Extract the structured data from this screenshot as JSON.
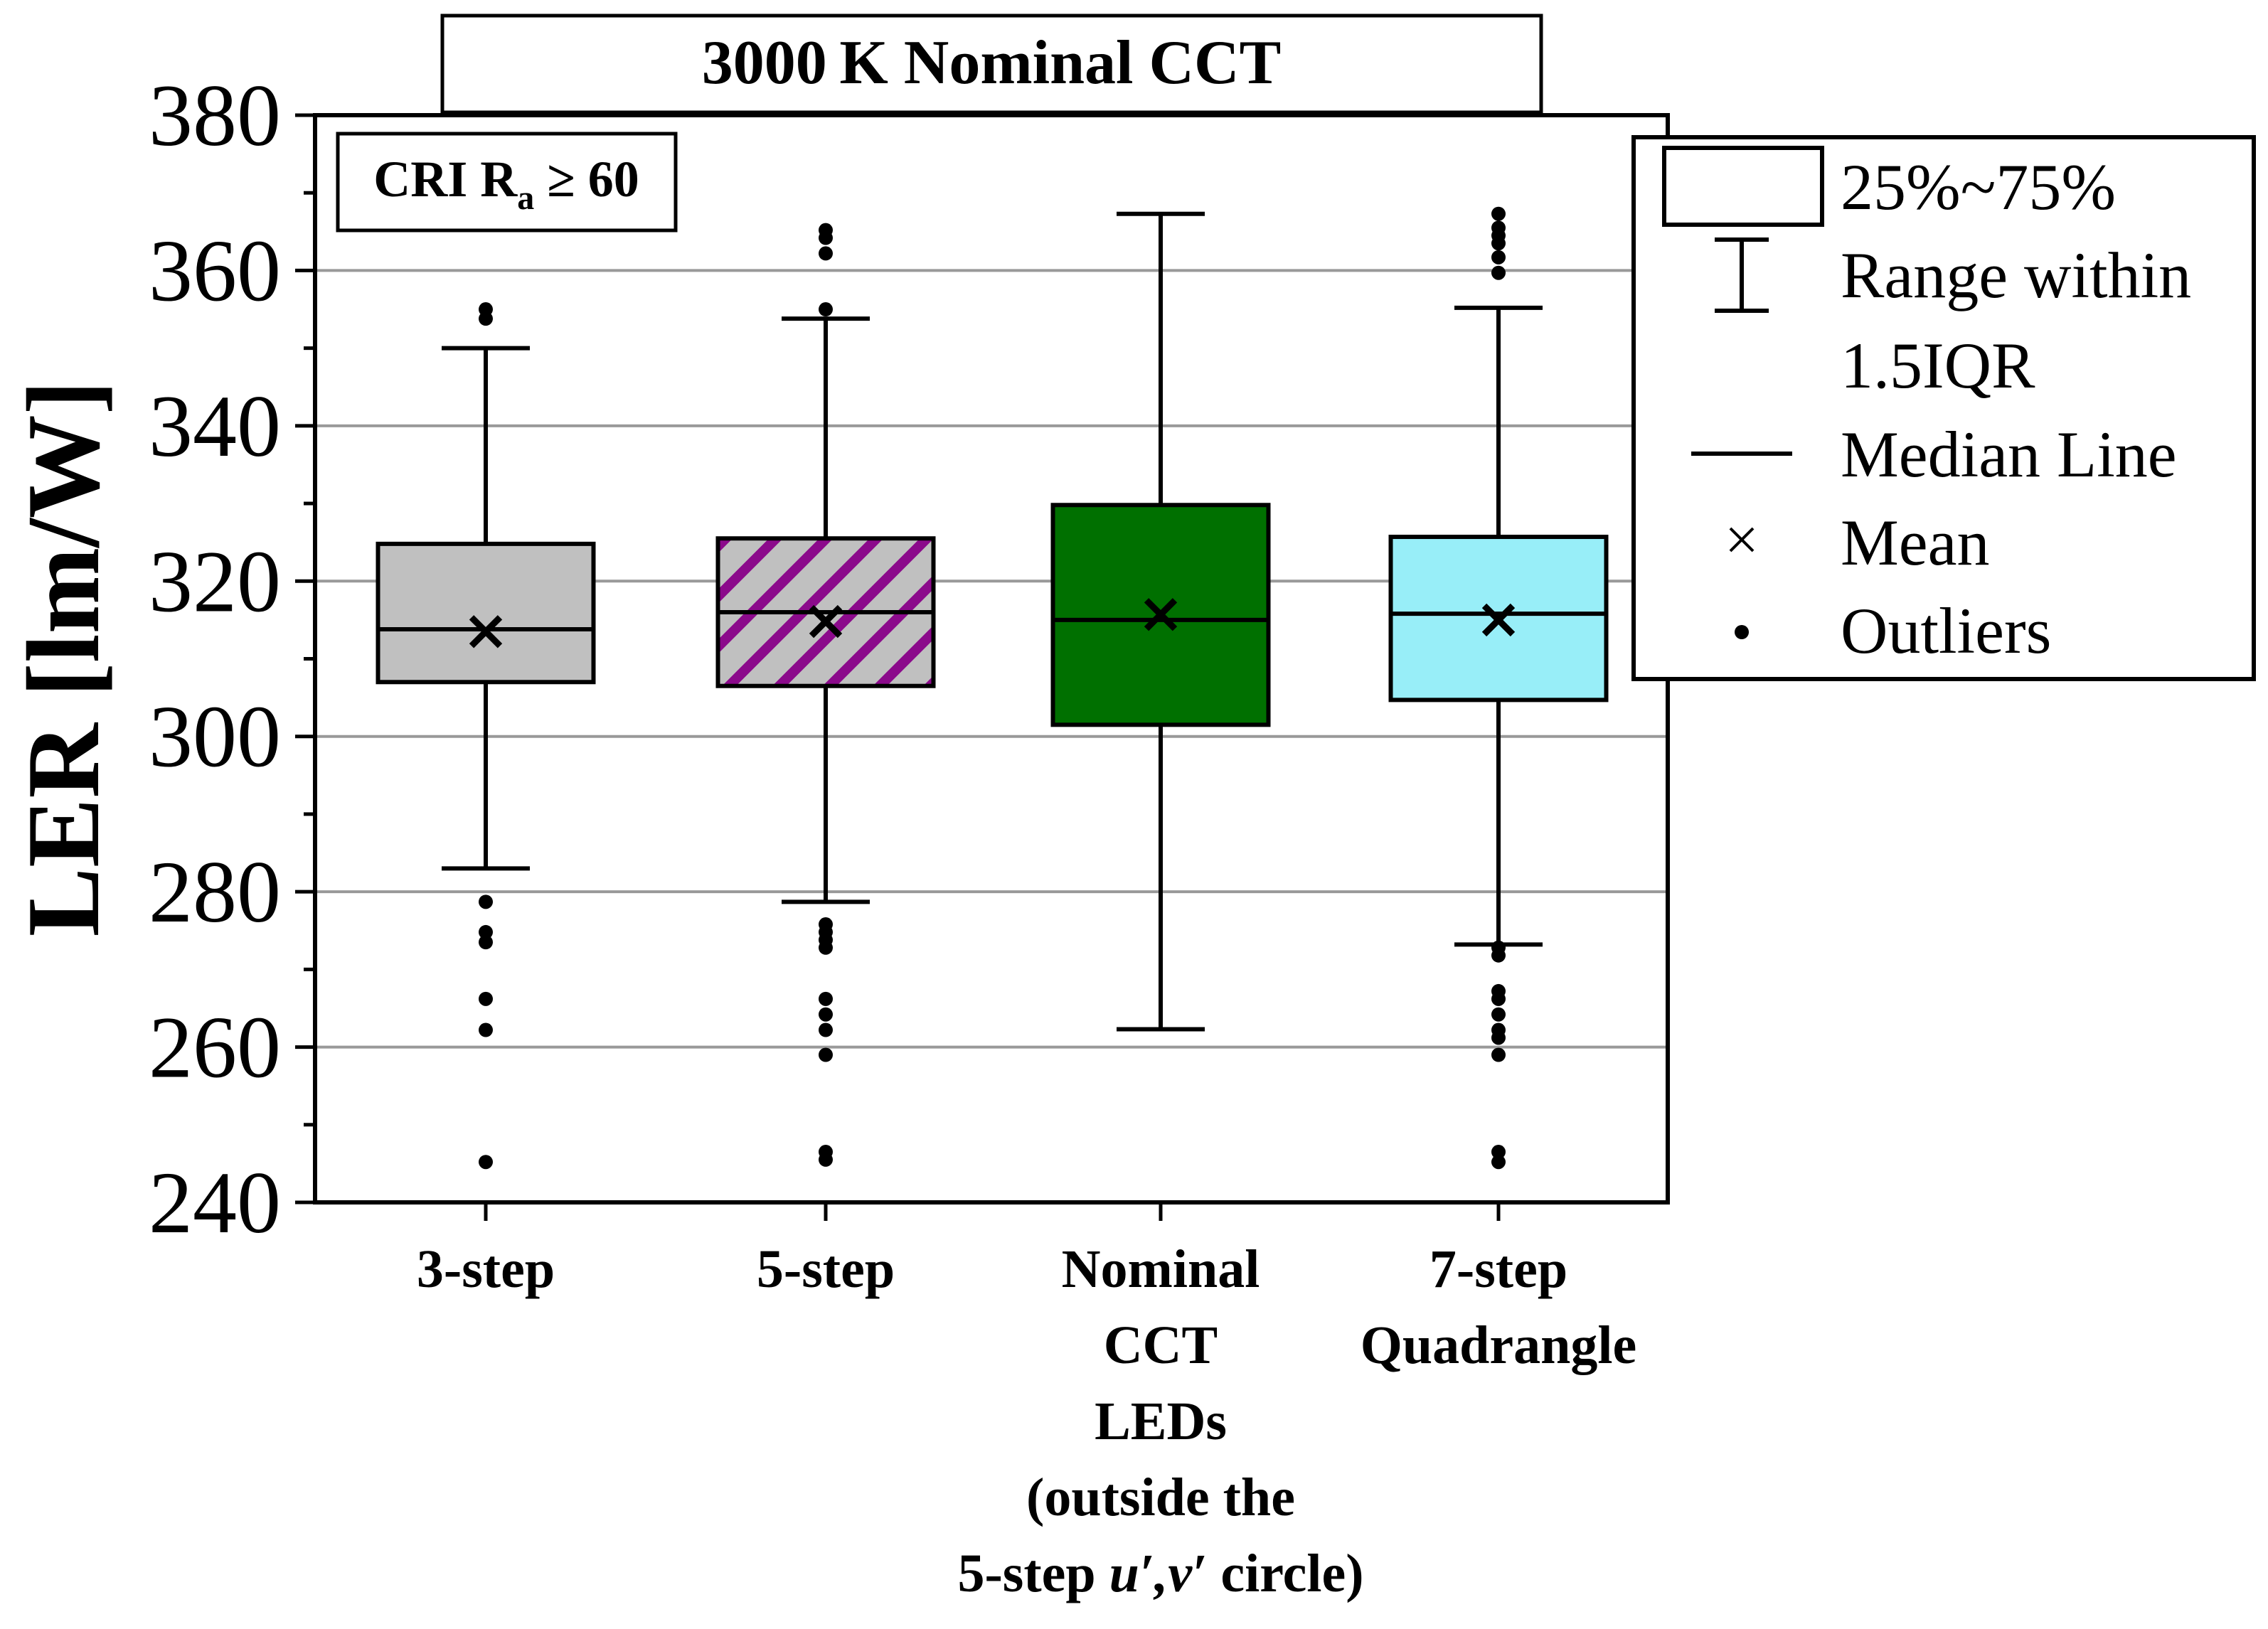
{
  "chart_data": {
    "type": "box",
    "title": "3000 K Nominal CCT",
    "annotation": {
      "main": "CRI R",
      "sub": "a",
      "rest": " ≥ 60"
    },
    "ylabel": "LER [lm/W]",
    "xlabel": "",
    "ylim": [
      240,
      380
    ],
    "yticks": [
      240,
      260,
      280,
      300,
      320,
      340,
      360,
      380
    ],
    "grid": true,
    "grid_values": [
      260,
      280,
      300,
      320,
      340,
      360
    ],
    "legend_position": "top-right",
    "categories": [
      {
        "lines": [
          [
            {
              "t": "3-step"
            }
          ]
        ]
      },
      {
        "lines": [
          [
            {
              "t": "5-step"
            }
          ]
        ]
      },
      {
        "lines": [
          [
            {
              "t": "Nominal"
            }
          ],
          [
            {
              "t": "CCT"
            }
          ],
          [
            {
              "t": "LEDs"
            }
          ],
          [
            {
              "t": "(outside the"
            }
          ],
          [
            {
              "t": "5-step "
            },
            {
              "t": "u′,v′",
              "i": true
            },
            {
              "t": " circle)"
            }
          ]
        ]
      },
      {
        "lines": [
          [
            {
              "t": "7-step"
            }
          ],
          [
            {
              "t": "Quadrangle"
            }
          ]
        ]
      }
    ],
    "boxes": [
      {
        "q1": 307,
        "median": 313.8,
        "q3": 324.8,
        "mean": 313.5,
        "whisker_low": 283,
        "whisker_high": 350,
        "outliers": [
          353.8,
          355,
          278.7,
          274.8,
          273.5,
          266.2,
          262.2,
          245.2
        ],
        "fill": "#c0c0c0",
        "hatch": false
      },
      {
        "q1": 306.5,
        "median": 316,
        "q3": 325.5,
        "mean": 314.8,
        "whisker_low": 278.7,
        "whisker_high": 353.8,
        "outliers": [
          355,
          362.2,
          364.2,
          365.2,
          275.8,
          274.8,
          273.8,
          272.8,
          266.2,
          264.2,
          262.2,
          259,
          246.5,
          245.5
        ],
        "fill": "#c0c0c0",
        "hatch": true,
        "hatch_color": "#8b0a8b"
      },
      {
        "q1": 301.5,
        "median": 315,
        "q3": 329.8,
        "mean": 315.7,
        "whisker_low": 262.3,
        "whisker_high": 367.3,
        "outliers": [],
        "fill": "#007000",
        "hatch": false
      },
      {
        "q1": 304.7,
        "median": 315.8,
        "q3": 325.7,
        "mean": 315,
        "whisker_low": 273.2,
        "whisker_high": 355.2,
        "outliers": [
          359.7,
          361.7,
          363.5,
          364.5,
          365.5,
          367.3,
          272.8,
          271.8,
          267.2,
          266.2,
          264.2,
          262.2,
          261.2,
          259,
          246.5,
          245.2
        ],
        "fill": "#98eef8",
        "hatch": false
      }
    ],
    "legend": {
      "box_label": "25%~75%",
      "range_label": "Range within",
      "range_label_2": "1.5IQR",
      "median_label": "Median Line",
      "mean_label": "Mean",
      "outlier_label": "Outliers"
    }
  }
}
